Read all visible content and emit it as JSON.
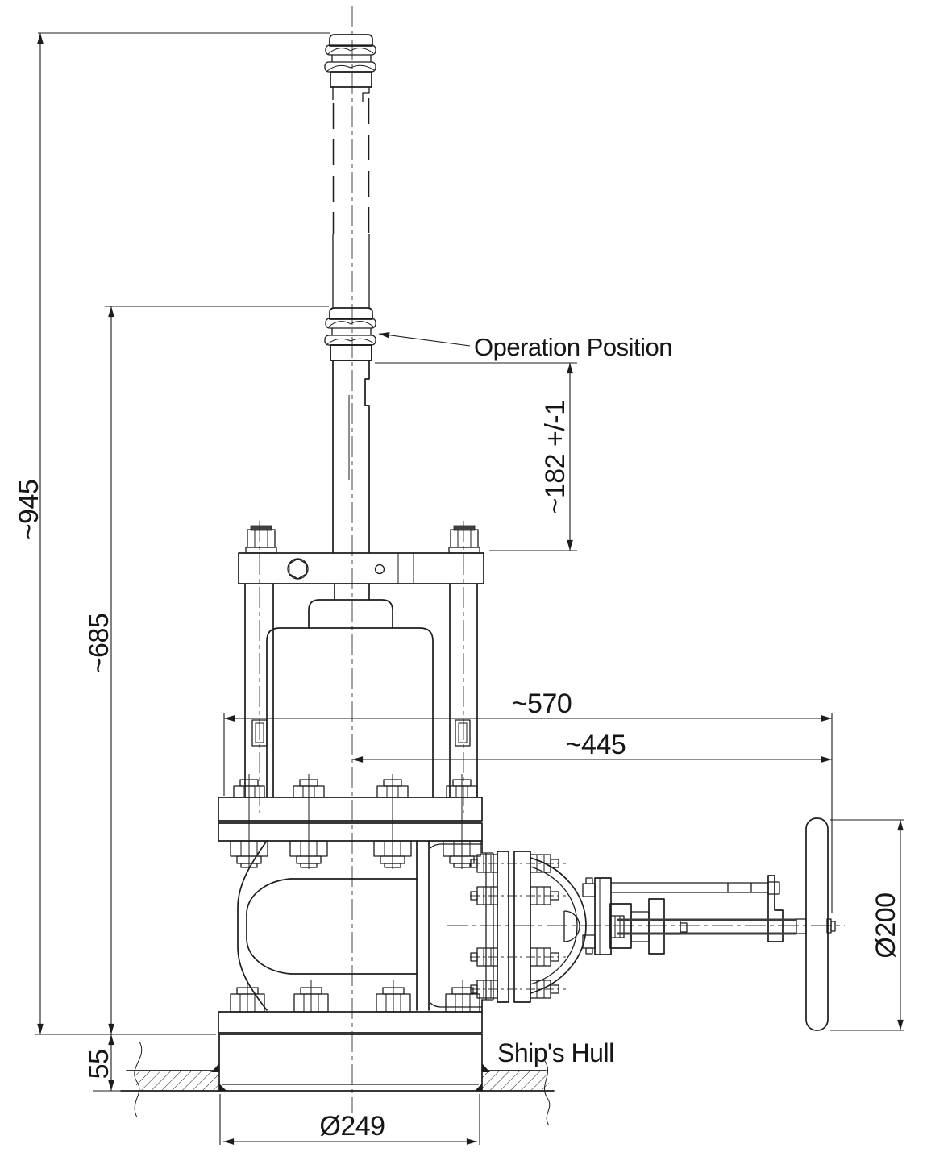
{
  "drawing": {
    "labels": {
      "operation_position": "Operation Position",
      "ships_hull": "Ship's Hull"
    },
    "dimensions": {
      "overall_height": "~945",
      "height_to_operation_position": "~685",
      "hull_plate_offset": "55",
      "spindle_stroke": "~182  +/-1",
      "overall_width": "~570",
      "centerline_to_handwheel": "~445",
      "handwheel_diameter": "Ø200",
      "base_flange_diameter": "Ø249"
    },
    "colors": {
      "line": "#1c1c1c",
      "background": "#ffffff"
    }
  }
}
